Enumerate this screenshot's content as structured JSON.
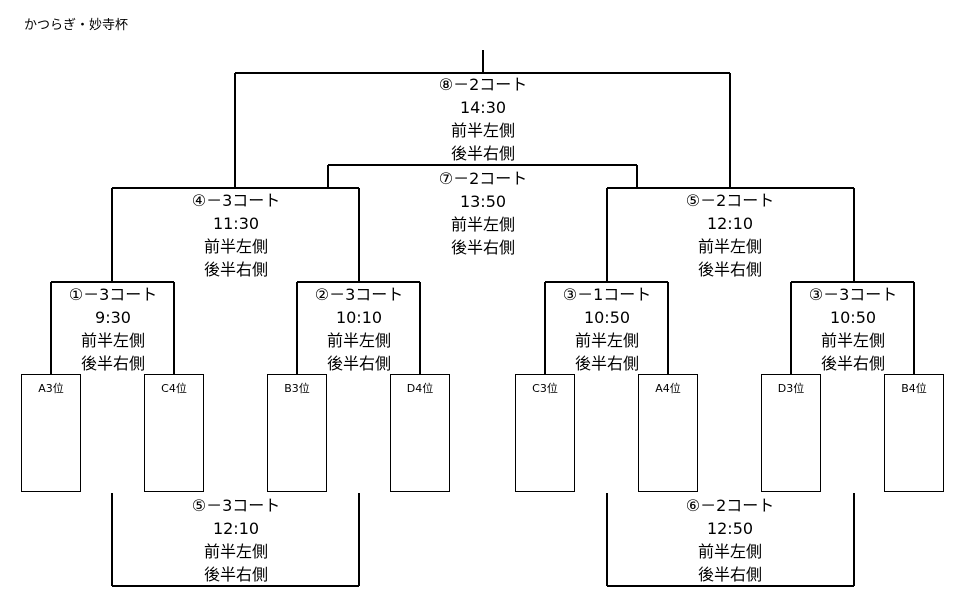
{
  "title": "かつらぎ・妙寺杯",
  "matches": [
    {
      "court": "⑧－2コート",
      "time": "14:30",
      "first_half": "前半左側",
      "second_half": "後半右側"
    },
    {
      "court": "⑦－2コート",
      "time": "13:50",
      "first_half": "前半左側",
      "second_half": "後半右側"
    },
    {
      "court": "④－3コート",
      "time": "11:30",
      "first_half": "前半左側",
      "second_half": "後半右側"
    },
    {
      "court": "⑤－2コート",
      "time": "12:10",
      "first_half": "前半左側",
      "second_half": "後半右側"
    },
    {
      "court": "①－3コート",
      "time": "9:30",
      "first_half": "前半左側",
      "second_half": "後半右側"
    },
    {
      "court": "②－3コート",
      "time": "10:10",
      "first_half": "前半左側",
      "second_half": "後半右側"
    },
    {
      "court": "③－1コート",
      "time": "10:50",
      "first_half": "前半左側",
      "second_half": "後半右側"
    },
    {
      "court": "③－3コート",
      "time": "10:50",
      "first_half": "前半左側",
      "second_half": "後半右側"
    },
    {
      "court": "⑤－3コート",
      "time": "12:10",
      "first_half": "前半左側",
      "second_half": "後半右側"
    },
    {
      "court": "⑥－2コート",
      "time": "12:50",
      "first_half": "前半左側",
      "second_half": "後半右側"
    }
  ],
  "seats": [
    "A3位",
    "C4位",
    "B3位",
    "D4位",
    "C3位",
    "A4位",
    "D3位",
    "B4位"
  ]
}
